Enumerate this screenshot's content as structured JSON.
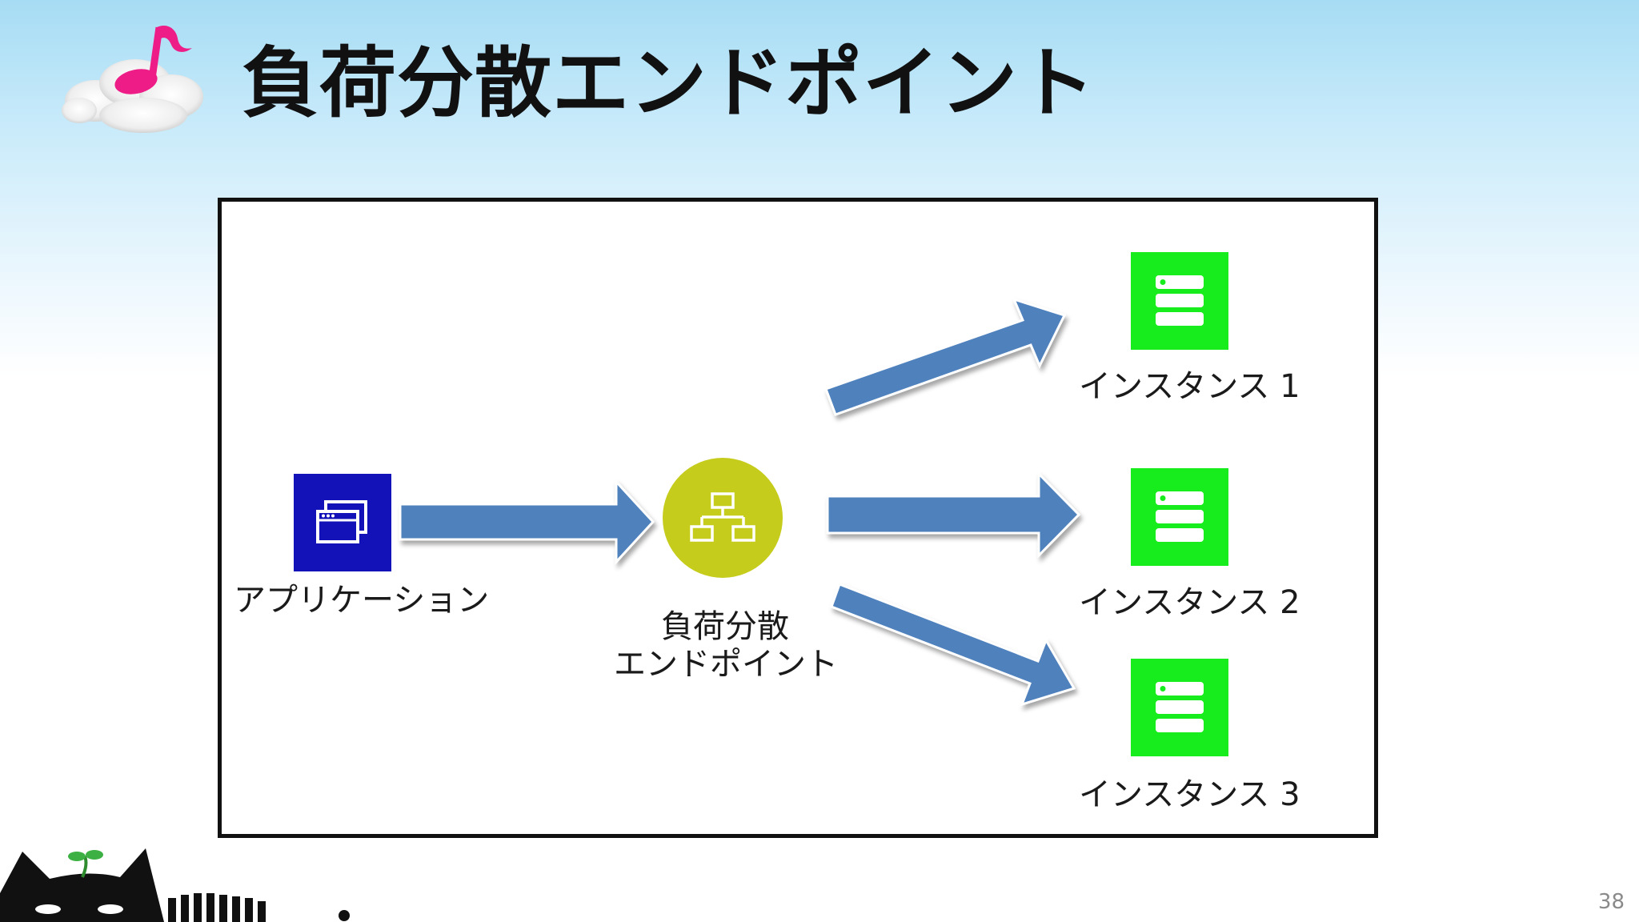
{
  "header": {
    "title": "負荷分散エンドポイント"
  },
  "diagram": {
    "nodes": {
      "application": {
        "label": "アプリケーション",
        "icon": "application-window-icon"
      },
      "load_balancer": {
        "label_line1": "負荷分散",
        "label_line2": "エンドポイント",
        "icon": "hierarchy-network-icon"
      },
      "instances": [
        {
          "label": "インスタンス 1",
          "icon": "server-icon"
        },
        {
          "label": "インスタンス 2",
          "icon": "server-icon"
        },
        {
          "label": "インスタンス 3",
          "icon": "server-icon"
        }
      ]
    },
    "edges": [
      {
        "from": "アプリケーション",
        "to": "負荷分散エンドポイント"
      },
      {
        "from": "負荷分散エンドポイント",
        "to": "インスタンス 1"
      },
      {
        "from": "負荷分散エンドポイント",
        "to": "インスタンス 2"
      },
      {
        "from": "負荷分散エンドポイント",
        "to": "インスタンス 3"
      }
    ],
    "colors": {
      "arrow": "#4f81bd",
      "application_tile": "#1212b8",
      "load_balancer_circle": "#c6cc1c",
      "server_tile": "#17ec1c"
    }
  },
  "footer": {
    "page_number": "38"
  }
}
